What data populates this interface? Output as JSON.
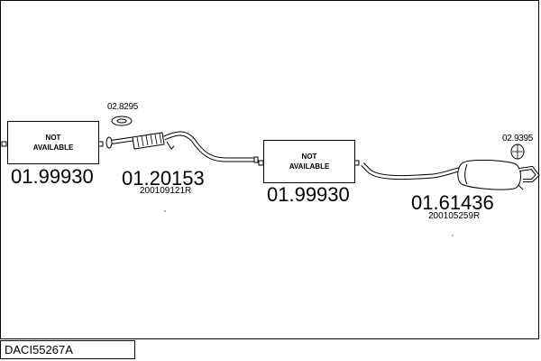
{
  "diagram": {
    "code": "DACI55267A",
    "parts": [
      {
        "id": "part-1",
        "label": "NOT\nAVAILABLE",
        "number": "01.99930",
        "oem": ""
      },
      {
        "id": "part-2",
        "label": "",
        "number": "01.20153",
        "oem": "200109121R",
        "fitting": "02.8295"
      },
      {
        "id": "part-3",
        "label": "NOT\nAVAILABLE",
        "number": "01.99930",
        "oem": ""
      },
      {
        "id": "part-4",
        "label": "",
        "number": "01.61436",
        "oem": "200105259R",
        "fitting": "02.9395"
      }
    ]
  }
}
